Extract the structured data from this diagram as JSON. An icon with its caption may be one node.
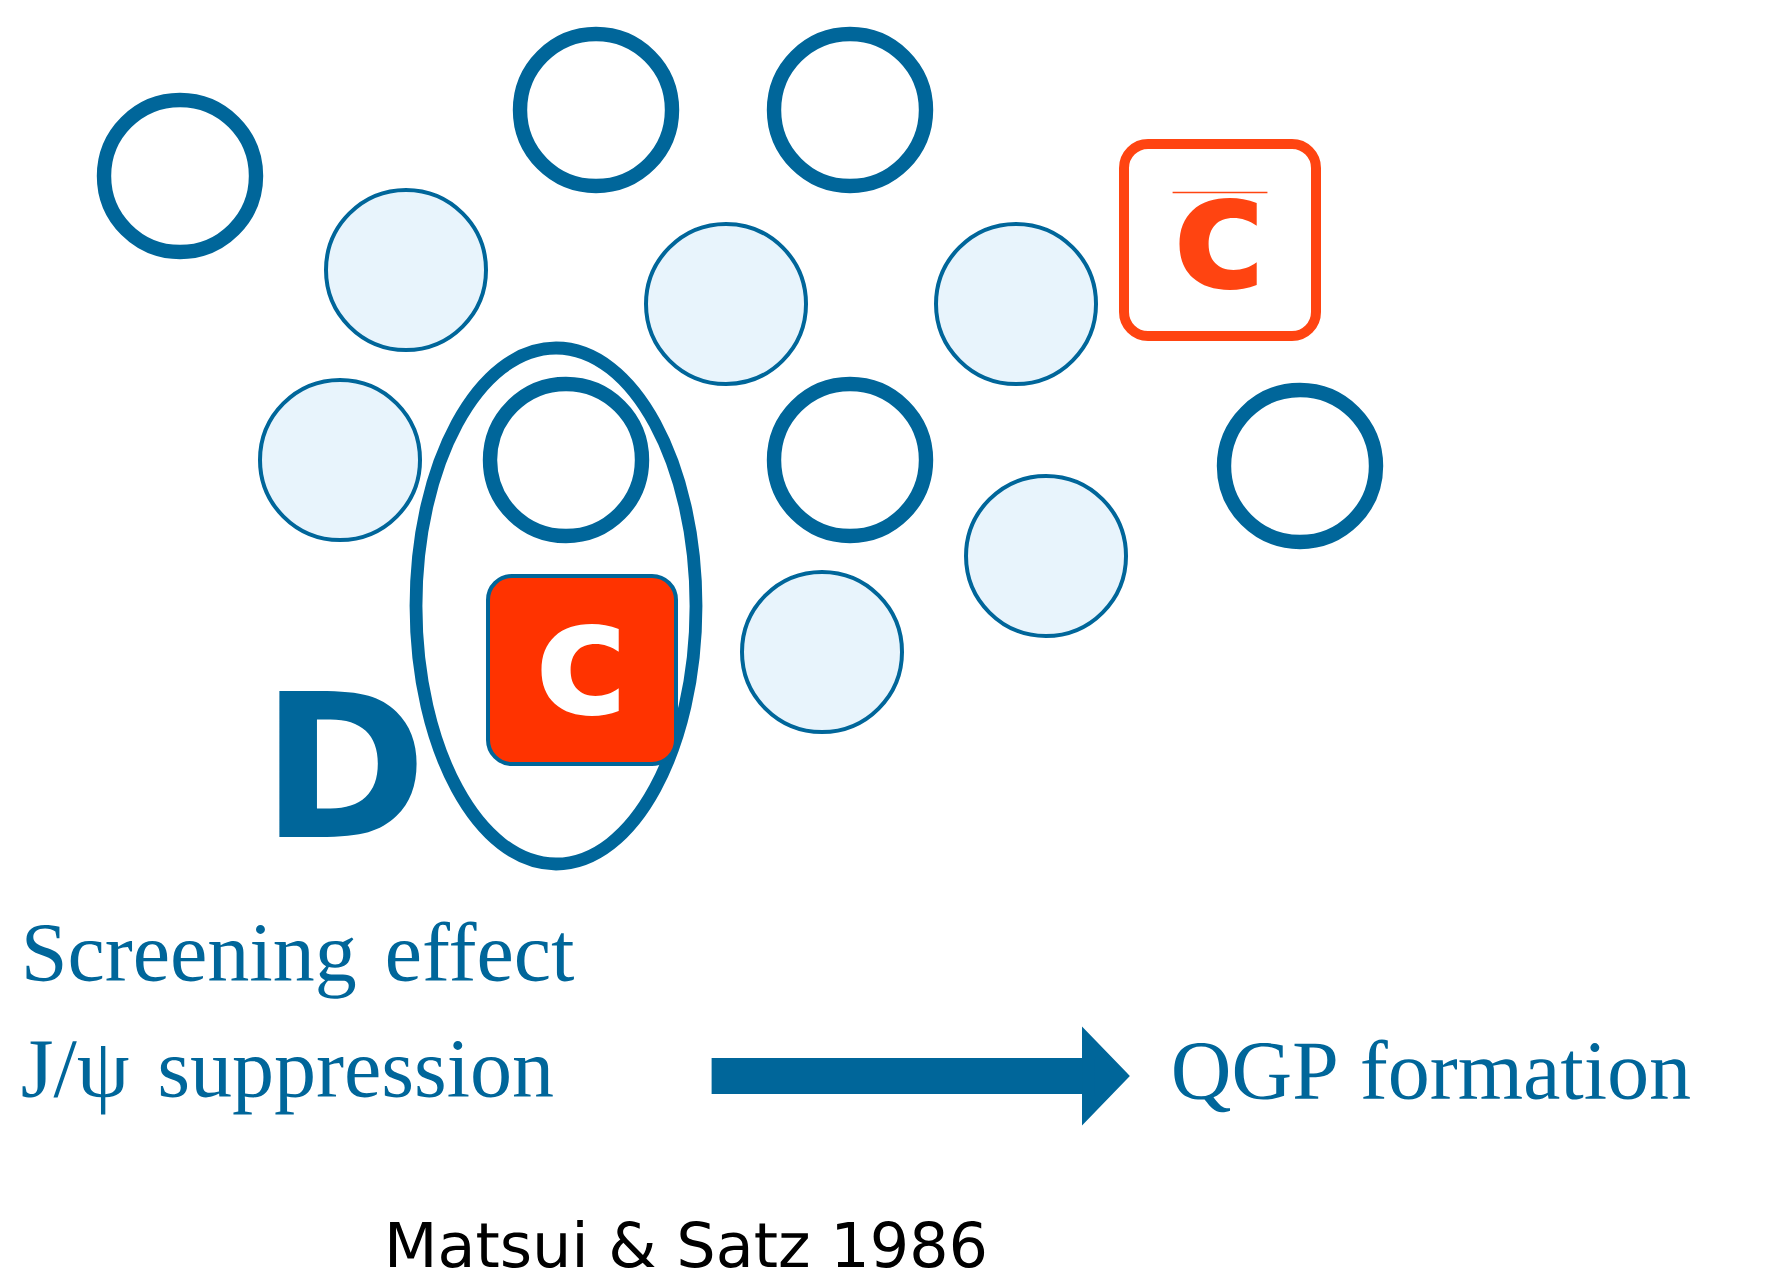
{
  "diagram": {
    "nodes": [
      {
        "text": [],
        "shape": "circle"
      },
      {
        "text": [],
        "shape": "circle"
      },
      {
        "text": [],
        "shape": "circle"
      },
      {
        "text": [],
        "shape": "circle"
      },
      {
        "text": [],
        "shape": "circle"
      },
      {
        "text": [],
        "shape": "circle"
      },
      {
        "text": [
          "\\overline{\\textbf{c}}"
        ]
      },
      {
        "text": [],
        "shape": "circle"
      },
      {
        "text": [
          "D"
        ]
      },
      {
        "text": [],
        "shape": "circle",
        "in": 8
      },
      {
        "text": [
          "c"
        ],
        "in": 8
      },
      {
        "text": [],
        "shape": "circle"
      },
      {
        "text": [],
        "shape": "circle"
      },
      {
        "text": [],
        "shape": "circle"
      },
      {
        "text": [],
        "shape": "circle"
      },
      {
        "text": [
          "Screening effect J/ψ suppression"
        ]
      },
      {
        "text": [
          "QGP formation"
        ]
      }
    ],
    "edges": [
      {
        "from": 15,
        "to": 16,
        "arrow": "to"
      }
    ],
    "labels": [
      "Matsui & Satz 1986"
    ]
  }
}
